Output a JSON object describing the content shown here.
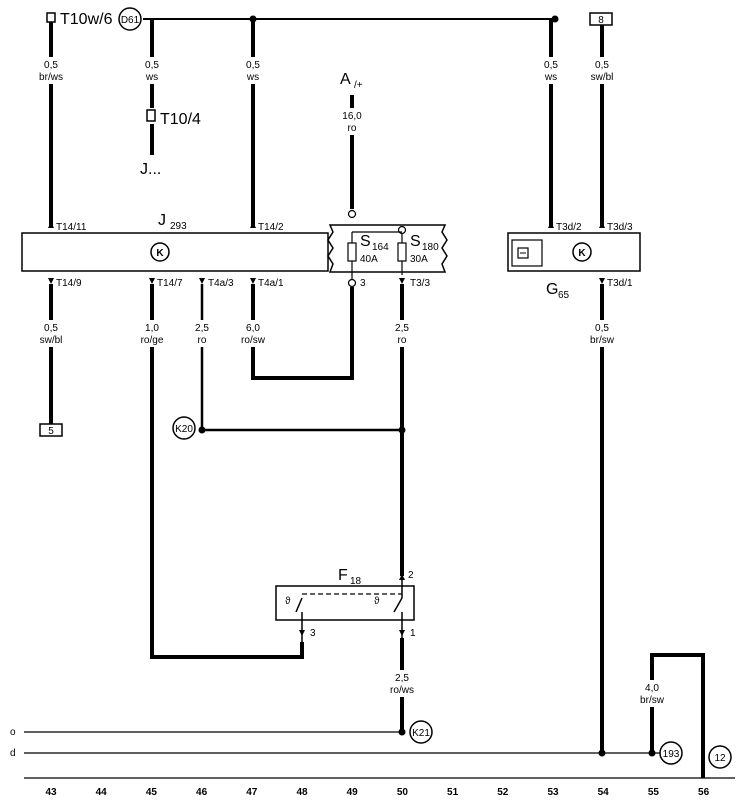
{
  "connectors_top": {
    "t10w6": "T10w/6",
    "d61": "D61",
    "t10_4": "T10/4",
    "j_dots": "J...",
    "box8": "8"
  },
  "wires_top": [
    {
      "size": "0,5",
      "color": "br/ws"
    },
    {
      "size": "0,5",
      "color": "ws"
    },
    {
      "size": "0,5",
      "color": "ws"
    },
    {
      "size": "0,5",
      "color": "ws"
    },
    {
      "size": "0,5",
      "color": "sw/bl"
    }
  ],
  "feed_a": {
    "label": "A",
    "sub": "/+",
    "size": "16,0",
    "color": "ro"
  },
  "j293": {
    "name": "J",
    "sub": "293",
    "pins_top": [
      "T14/11",
      "T14/2"
    ],
    "pins_bottom": [
      "T14/9",
      "T14/7",
      "T4a/3",
      "T4a/1"
    ]
  },
  "fuses": {
    "s164": {
      "name": "S",
      "sub": "164",
      "rating": "40A"
    },
    "s180": {
      "name": "S",
      "sub": "180",
      "rating": "30A"
    },
    "pin3": "3",
    "pin_t33": "T3/3"
  },
  "g65": {
    "name": "G",
    "sub": "65",
    "pins": [
      "T3d/2",
      "T3d/3",
      "T3d/1"
    ]
  },
  "wires_mid": [
    {
      "size": "0,5",
      "color": "sw/bl"
    },
    {
      "size": "1,0",
      "color": "ro/ge"
    },
    {
      "size": "2,5",
      "color": "ro"
    },
    {
      "size": "6,0",
      "color": "ro/sw"
    },
    {
      "size": "2,5",
      "color": "ro"
    },
    {
      "size": "0,5",
      "color": "br/sw"
    }
  ],
  "box5": "5",
  "k20": "K20",
  "f18": {
    "name": "F",
    "sub": "18",
    "pins": [
      "2",
      "3",
      "1"
    ]
  },
  "wire_f18_out": {
    "size": "2,5",
    "color": "ro/ws"
  },
  "wire_right": {
    "size": "4,0",
    "color": "br/sw"
  },
  "k21": "K21",
  "rails": [
    "o",
    "d"
  ],
  "ground_193": "193",
  "circle_12": "12",
  "ruler": [
    "43",
    "44",
    "45",
    "46",
    "47",
    "48",
    "49",
    "50",
    "51",
    "52",
    "53",
    "54",
    "55",
    "56"
  ]
}
